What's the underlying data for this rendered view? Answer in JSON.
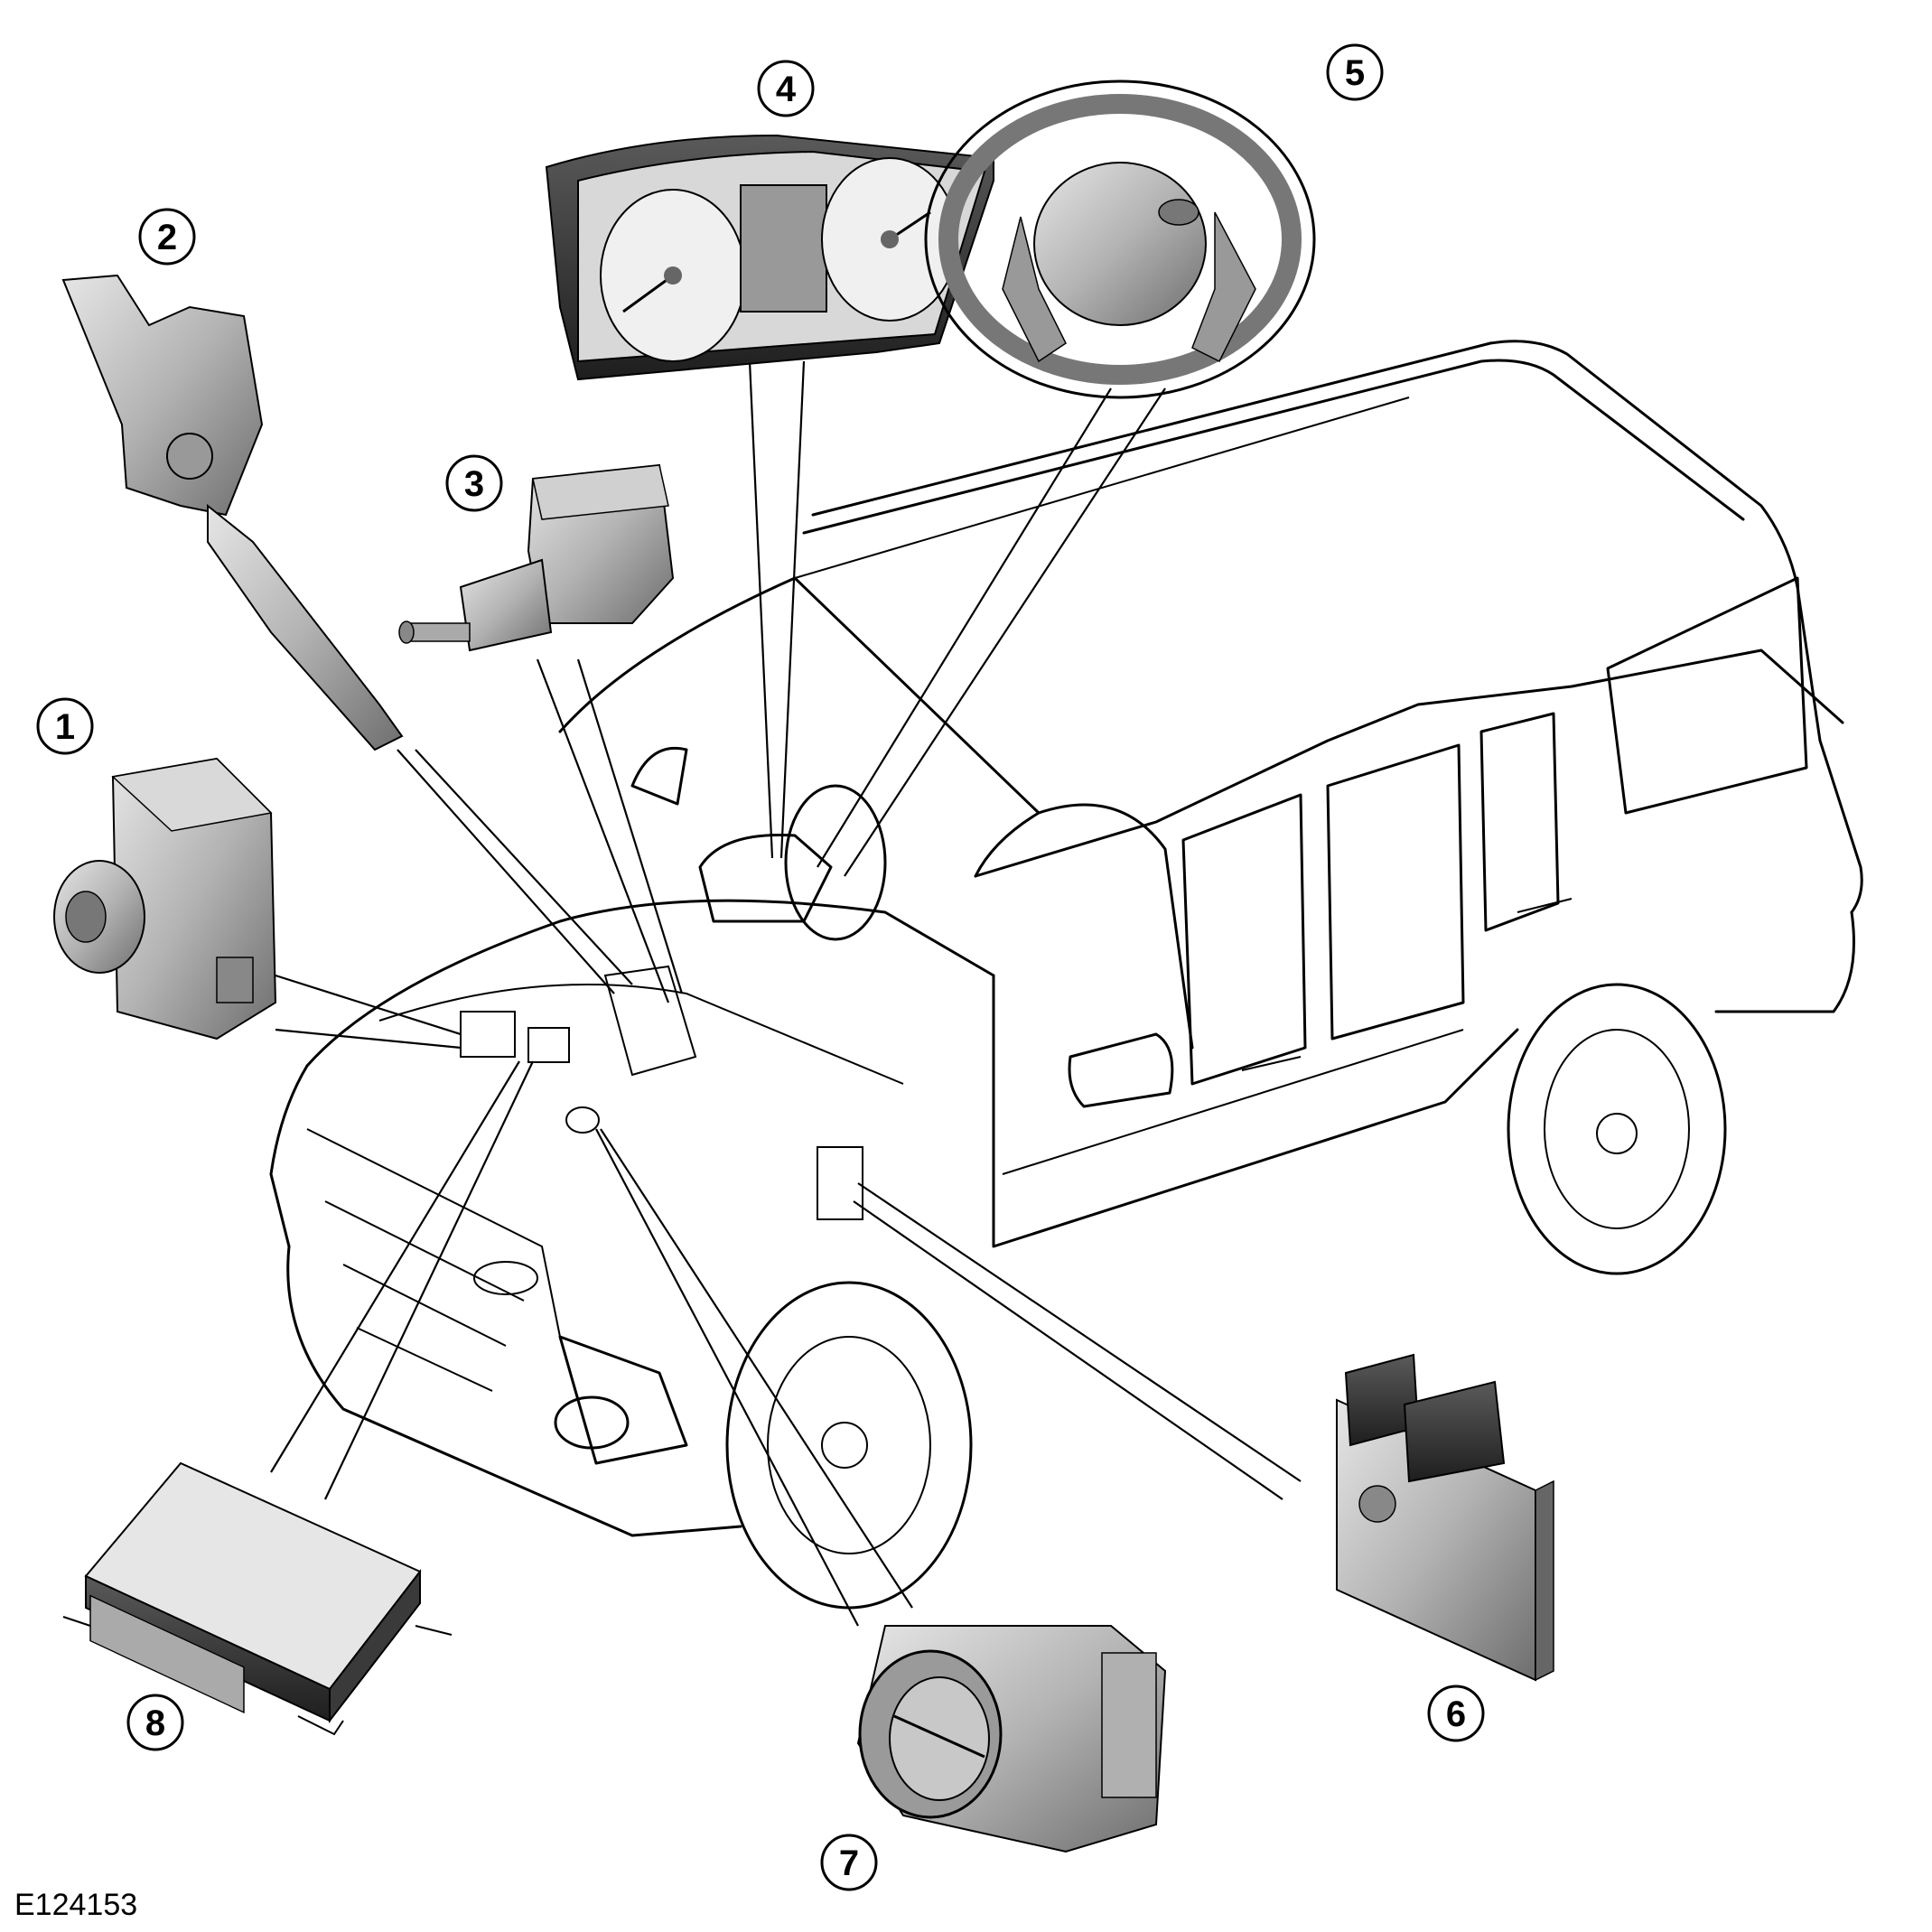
{
  "figure_ref": "E124153",
  "callouts": [
    {
      "id": "1",
      "label": "1"
    },
    {
      "id": "2",
      "label": "2"
    },
    {
      "id": "3",
      "label": "3"
    },
    {
      "id": "4",
      "label": "4"
    },
    {
      "id": "5",
      "label": "5"
    },
    {
      "id": "6",
      "label": "6"
    },
    {
      "id": "7",
      "label": "7"
    },
    {
      "id": "8",
      "label": "8"
    }
  ],
  "components": [
    {
      "callout": "1",
      "icon": "abs-modulator-icon"
    },
    {
      "callout": "2",
      "icon": "accelerator-pedal-icon"
    },
    {
      "callout": "3",
      "icon": "brake-switch-icon"
    },
    {
      "callout": "4",
      "icon": "instrument-cluster-icon"
    },
    {
      "callout": "5",
      "icon": "steering-wheel-icon"
    },
    {
      "callout": "6",
      "icon": "engine-control-module-icon"
    },
    {
      "callout": "7",
      "icon": "throttle-body-icon"
    },
    {
      "callout": "8",
      "icon": "control-module-icon"
    }
  ],
  "colors": {
    "line": "#000000",
    "component_fill": "#b8b8b8",
    "component_shade": "#7a7a7a",
    "background": "#ffffff"
  }
}
